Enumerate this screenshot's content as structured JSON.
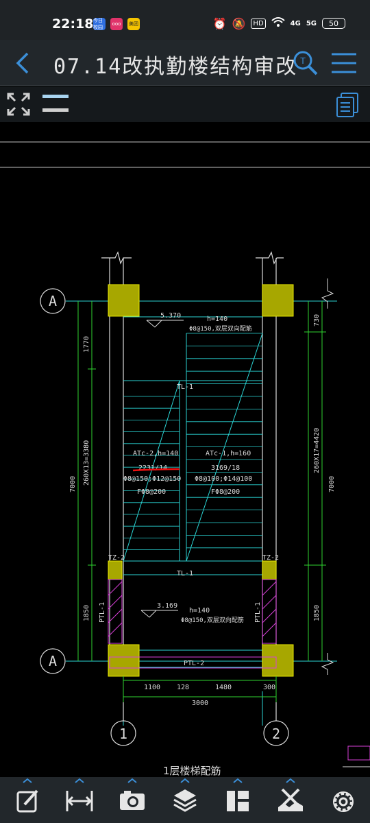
{
  "status": {
    "time": "22:18",
    "apps": [
      {
        "label": "今日校园",
        "color": "#2f6fe0"
      },
      {
        "label": "ooo",
        "color": "#e0336a"
      },
      {
        "label": "美团",
        "color": "#f5c400"
      }
    ],
    "hd": "HD",
    "net1": "4G",
    "net2": "5G",
    "battery": "50"
  },
  "header": {
    "title": "07.14改执勤楼结构审改"
  },
  "drawing": {
    "axes": [
      "A",
      "A",
      "1",
      "2"
    ],
    "elev_top": "5.370",
    "note_top_h": "h=140",
    "note_top_r": "Φ8@150,双层双向配筋",
    "tl1": "TL-1",
    "tl1b": "TL-1",
    "atc2_name": "ATc-2,h=140",
    "atc2_dim": "2231/14",
    "atc2_r1": "Φ8@150;Φ12@150",
    "atc2_r2": "FΦ8@200",
    "atc1_name": "ATc-1,h=160",
    "atc1_dim": "3169/18",
    "atc1_r1": "Φ8@100;Φ14@100",
    "atc1_r2": "FΦ8@200",
    "tz_l": "TZ-2",
    "tz_r": "TZ-2",
    "ptl_l": "PTL-1",
    "ptl_r": "PTL-1",
    "ptl2": "PTL-2",
    "elev_mid": "3.169",
    "note_mid_h": "h=140",
    "note_mid_r": "Φ8@150,双层双向配筋",
    "dim_left": [
      "1770",
      "260X13=3380",
      "1850"
    ],
    "dim_left_total": "7000",
    "dim_right": [
      "730",
      "260X17=4420",
      "1850"
    ],
    "dim_right_total": "7000",
    "dim_bottom": [
      "1100",
      "128",
      "1480",
      "300"
    ],
    "dim_bottom_total": "3000",
    "caption": "1层楼梯配筋"
  },
  "toolbar": [
    {
      "name": "edit-icon"
    },
    {
      "name": "measure-icon"
    },
    {
      "name": "camera-icon"
    },
    {
      "name": "layers-icon"
    },
    {
      "name": "layout-icon"
    },
    {
      "name": "tools-icon"
    },
    {
      "name": "settings-icon"
    }
  ]
}
